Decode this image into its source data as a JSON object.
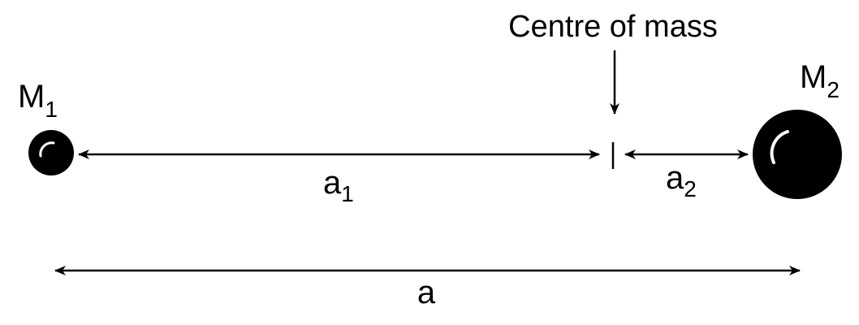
{
  "diagram": {
    "com_label": "Centre of mass",
    "mass1": {
      "symbol": "M",
      "subscript": "1"
    },
    "mass2": {
      "symbol": "M",
      "subscript": "2"
    },
    "dist1": {
      "symbol": "a",
      "subscript": "1"
    },
    "dist2": {
      "symbol": "a",
      "subscript": "2"
    },
    "total": {
      "symbol": "a"
    }
  },
  "colors": {
    "ink": "#000000",
    "highlight": "#ffffff",
    "background": "#ffffff"
  }
}
